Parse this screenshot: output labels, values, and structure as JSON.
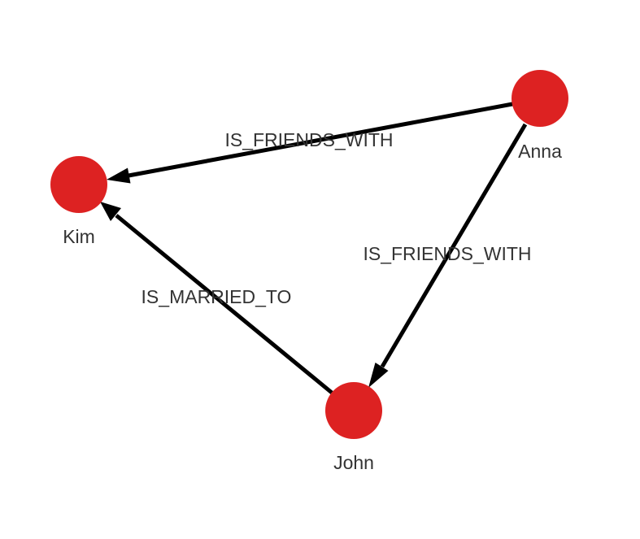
{
  "graph": {
    "colors": {
      "node_fill": "#dd2222",
      "edge": "#000000",
      "label_text": "#333333",
      "background": "#ffffff"
    },
    "nodes": [
      {
        "id": "anna",
        "label": "Anna"
      },
      {
        "id": "kim",
        "label": "Kim"
      },
      {
        "id": "john",
        "label": "John"
      }
    ],
    "edges": [
      {
        "id": "anna-kim",
        "source": "anna",
        "target": "kim",
        "label": "IS_FRIENDS_WITH"
      },
      {
        "id": "anna-john",
        "source": "anna",
        "target": "john",
        "label": "IS_FRIENDS_WITH"
      },
      {
        "id": "john-kim",
        "source": "john",
        "target": "kim",
        "label": "IS_MARRIED_TO"
      }
    ]
  }
}
